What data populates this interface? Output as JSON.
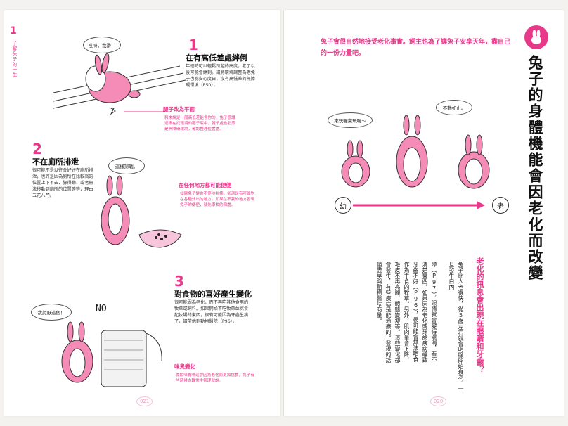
{
  "left_page": {
    "side_chapter_number": "1",
    "side_chapter_title": "了解兔子的一生",
    "page_number": "021",
    "bubble_top": "哎呀，我滑！",
    "item1": {
      "number": "1",
      "title": "在有高低差處絆倒",
      "body": "年輕時可以輕鬆跨越的高度，老了以後可能會絆到。請將環境調整為老兔子也能安心度日，沒有高低差的無障礙環境（P50）。",
      "note_title": "腿子改為平面",
      "note_body": "和來說是一般高低差能會你的，兔子意識逐漸在找環境的階子底中，腿子處也必須是無障礙環境，確認整理位置處。"
    },
    "item2": {
      "number": "2",
      "title": "不在廁所排泄",
      "body": "很可能不是以往會好好在廁所排泄，也許是因為廁所在比較高的位置上下不去、腳得動、或者無法移動到廁所的位置等等，理由五花八門。",
      "bubble": "這樣掃戰。",
      "note_title": "在任何地方都可能便便",
      "note_body": "如果兔子變會不停地拉條，卻還是有可能對在各種外出的地方。如果在不我的地方發現兔子的便便，就先學校的四處。"
    },
    "item3": {
      "number": "3",
      "title": "對食物的喜好產生變化",
      "body": "很可能因為老化，而不再吃其他食用的牧草或飼料。如果開始不吃牧草並挑食起牧場的東西，很有可能因為牙齒生病了，請帶他到動物醫院（P96）。",
      "bubble": "我討厭這個！",
      "no_text": "NO",
      "note_title": "味覺變化",
      "note_body": "據說味覺味這會因為老化而更加挑食，兔子有些時候太難常生氣理就說。"
    }
  },
  "right_page": {
    "intro": "兔子會很自然地接受老化事實。飼主也為了讓兔子安享天年，盡自己的一份力量吧。",
    "title_icon": "rabbit-icon",
    "title": "兔子的身體機能會因老化而改變",
    "bubble_left": "來玩喔來玩喔～",
    "bubble_right": "不動如山。",
    "label_young": "幼",
    "label_old": "老",
    "section_heading": "老化的訊息會出現在眼睛和牙齒？",
    "column1": "兔子比人老得快，從5歲左右就會明顯開始衰老。一旦發生白內",
    "column2": "障（P97），眼睛就會變得混濁，看不清楚東西。如果因為老化或牙齒疾病導致牙齒不好（P96），很可能會無法啃食作為主食的牧草。另外，肌肉量會下降，毛皮不再亮麗，體態變瘦等。這些變化都會發生，有些疾病是能治療的。發現的話請盡早與動物醫院商量。",
    "page_number": "020"
  },
  "colors": {
    "accent": "#e8388a",
    "rabbit": "#f58bb7",
    "text": "#222222"
  }
}
